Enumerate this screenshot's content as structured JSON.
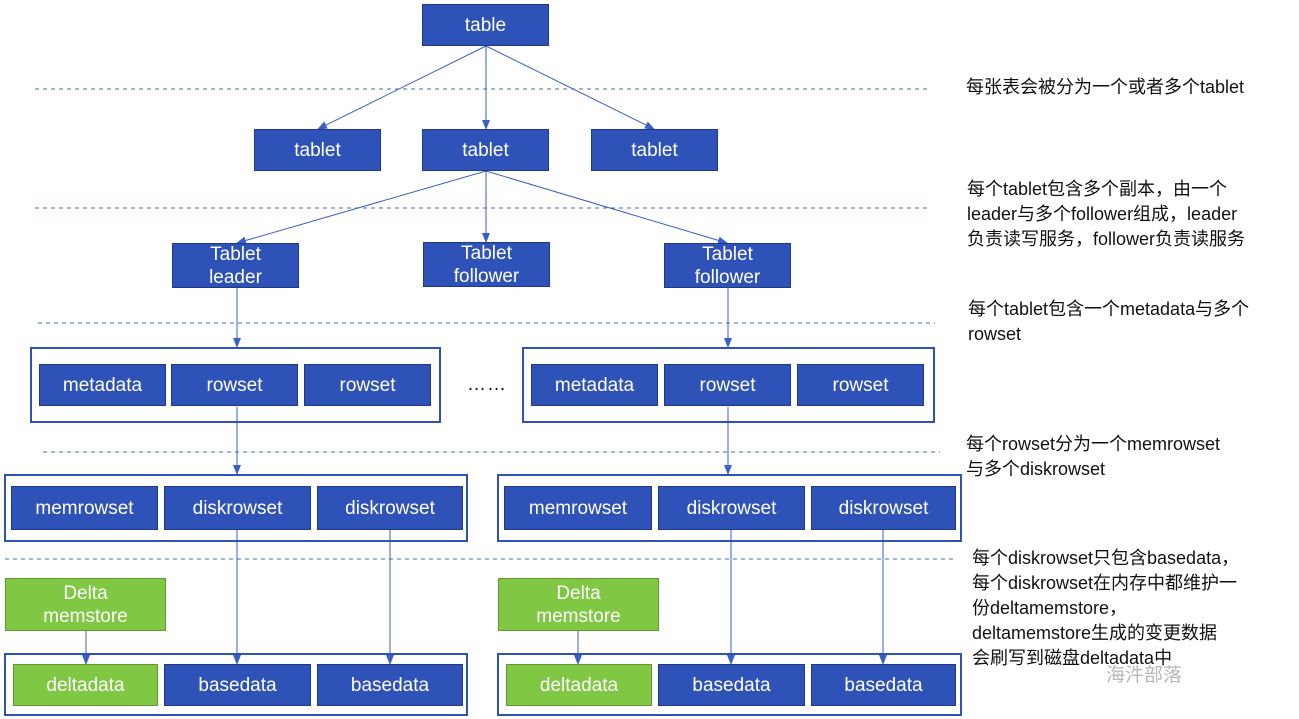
{
  "nodes": {
    "table": "table",
    "tablet_left": "tablet",
    "tablet_mid": "tablet",
    "tablet_right": "tablet",
    "tablet_leader": "Tablet\nleader",
    "tablet_follower_mid": "Tablet\nfollower",
    "tablet_follower_right": "Tablet\nfollower",
    "metadata_left": "metadata",
    "rowset_left_1": "rowset",
    "rowset_left_2": "rowset",
    "metadata_right": "metadata",
    "rowset_right_1": "rowset",
    "rowset_right_2": "rowset",
    "memrowset_left": "memrowset",
    "diskrowset_left_1": "diskrowset",
    "diskrowset_left_2": "diskrowset",
    "memrowset_right": "memrowset",
    "diskrowset_right_1": "diskrowset",
    "diskrowset_right_2": "diskrowset",
    "delta_memstore_left": "Delta\nmemstore",
    "delta_memstore_right": "Delta\nmemstore",
    "deltadata_left": "deltadata",
    "basedata_left_1": "basedata",
    "basedata_left_2": "basedata",
    "deltadata_right": "deltadata",
    "basedata_right_1": "basedata",
    "basedata_right_2": "basedata"
  },
  "ellipsis": "……",
  "notes": {
    "level1": "每张表会被分为一个或者多个tablet",
    "level2": "每个tablet包含多个副本，由一个\nleader与多个follower组成，leader\n负责读写服务，follower负责读服务",
    "level3": "每个tablet包含一个metadata与多个\nrowset",
    "level4": "每个rowset分为一个memrowset\n与多个diskrowset",
    "level5": "每个diskrowset只包含basedata，\n每个diskrowset在内存中都维护一\n份deltamemstore，\ndeltamemstore生成的变更数据\n会刷写到磁盘deltadata中"
  },
  "watermark": "海汼部落",
  "colors": {
    "node_blue": "#2f52b8",
    "node_green": "#80c844",
    "edge": "#3a5fc8",
    "separator": "#4a6ab0"
  }
}
